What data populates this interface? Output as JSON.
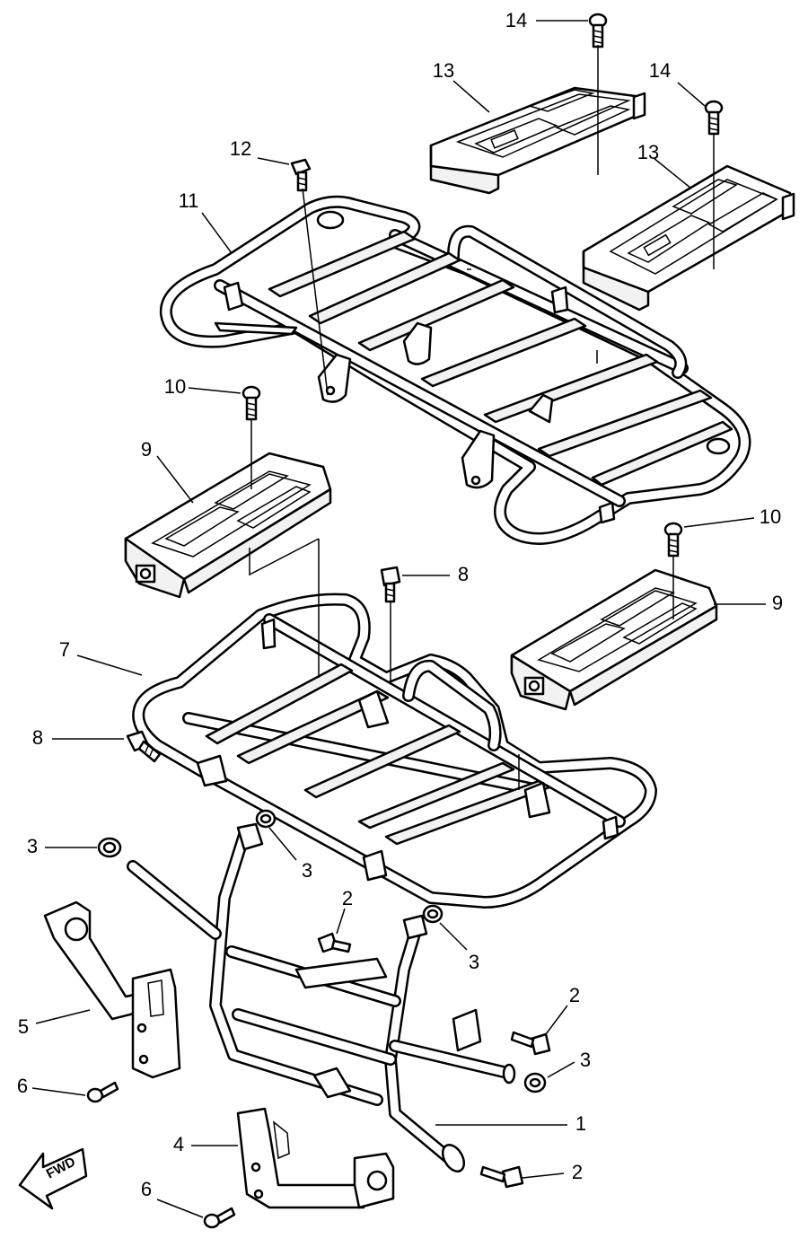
{
  "callouts": [
    {
      "id": "c14a",
      "text": "14"
    },
    {
      "id": "c13a",
      "text": "13"
    },
    {
      "id": "c14b",
      "text": "14"
    },
    {
      "id": "c12",
      "text": "12"
    },
    {
      "id": "c11",
      "text": "11"
    },
    {
      "id": "c13b",
      "text": "13"
    },
    {
      "id": "c10a",
      "text": "10"
    },
    {
      "id": "c9a",
      "text": "9"
    },
    {
      "id": "c10b",
      "text": "10"
    },
    {
      "id": "c8a",
      "text": "8"
    },
    {
      "id": "c7",
      "text": "7"
    },
    {
      "id": "c9b",
      "text": "9"
    },
    {
      "id": "c8b",
      "text": "8"
    },
    {
      "id": "c3a",
      "text": "3"
    },
    {
      "id": "c3b",
      "text": "3"
    },
    {
      "id": "c2a",
      "text": "2"
    },
    {
      "id": "c3c",
      "text": "3"
    },
    {
      "id": "c5",
      "text": "5"
    },
    {
      "id": "c2b",
      "text": "2"
    },
    {
      "id": "c3d",
      "text": "3"
    },
    {
      "id": "c6a",
      "text": "6"
    },
    {
      "id": "c1",
      "text": "1"
    },
    {
      "id": "c4",
      "text": "4"
    },
    {
      "id": "c2c",
      "text": "2"
    },
    {
      "id": "c6b",
      "text": "6"
    }
  ],
  "direction_arrow": {
    "text": "FWD",
    "icon": "forward-arrow-icon"
  }
}
